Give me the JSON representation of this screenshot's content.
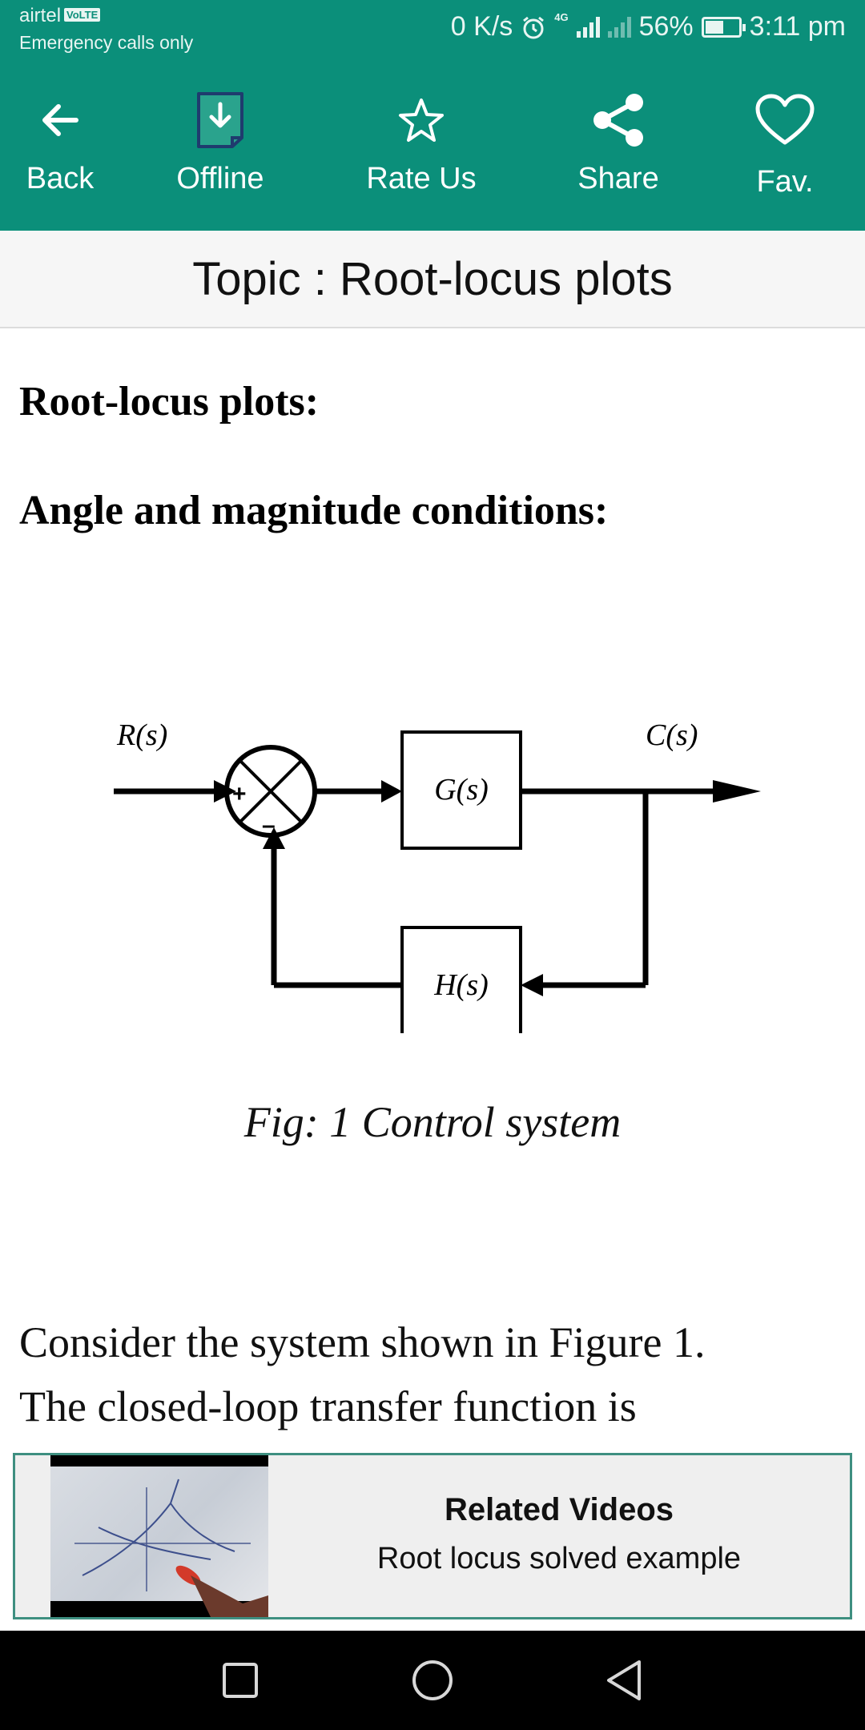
{
  "status_bar": {
    "carrier": "airtel",
    "volte": "VoLTE",
    "emergency": "Emergency calls only",
    "net_speed": "0 K/s",
    "network": "4G",
    "battery": "56%",
    "battery_level": 0.56,
    "time": "3:11 pm"
  },
  "toolbar": {
    "back_label": "Back",
    "offline_label": "Offline",
    "rate_label": "Rate Us",
    "share_label": "Share",
    "fav_label": "Fav."
  },
  "topic": {
    "title": "Topic : Root-locus plots"
  },
  "content": {
    "heading1": "Root-locus plots:",
    "heading2": "Angle and magnitude conditions:",
    "diagram": {
      "input": "R(s)",
      "output": "C(s)",
      "forward": "G(s)",
      "feedback": "H(s)",
      "plus": "+",
      "minus": "–"
    },
    "caption": "Fig: 1 Control system",
    "paragraph_line1": "Consider the system shown in Figure 1.",
    "paragraph_line2": "The closed-loop transfer function is"
  },
  "related": {
    "title": "Related Videos",
    "subtitle": "Root locus solved example"
  },
  "colors": {
    "primary": "#0b8f7a",
    "related_border": "#3e8f80"
  }
}
